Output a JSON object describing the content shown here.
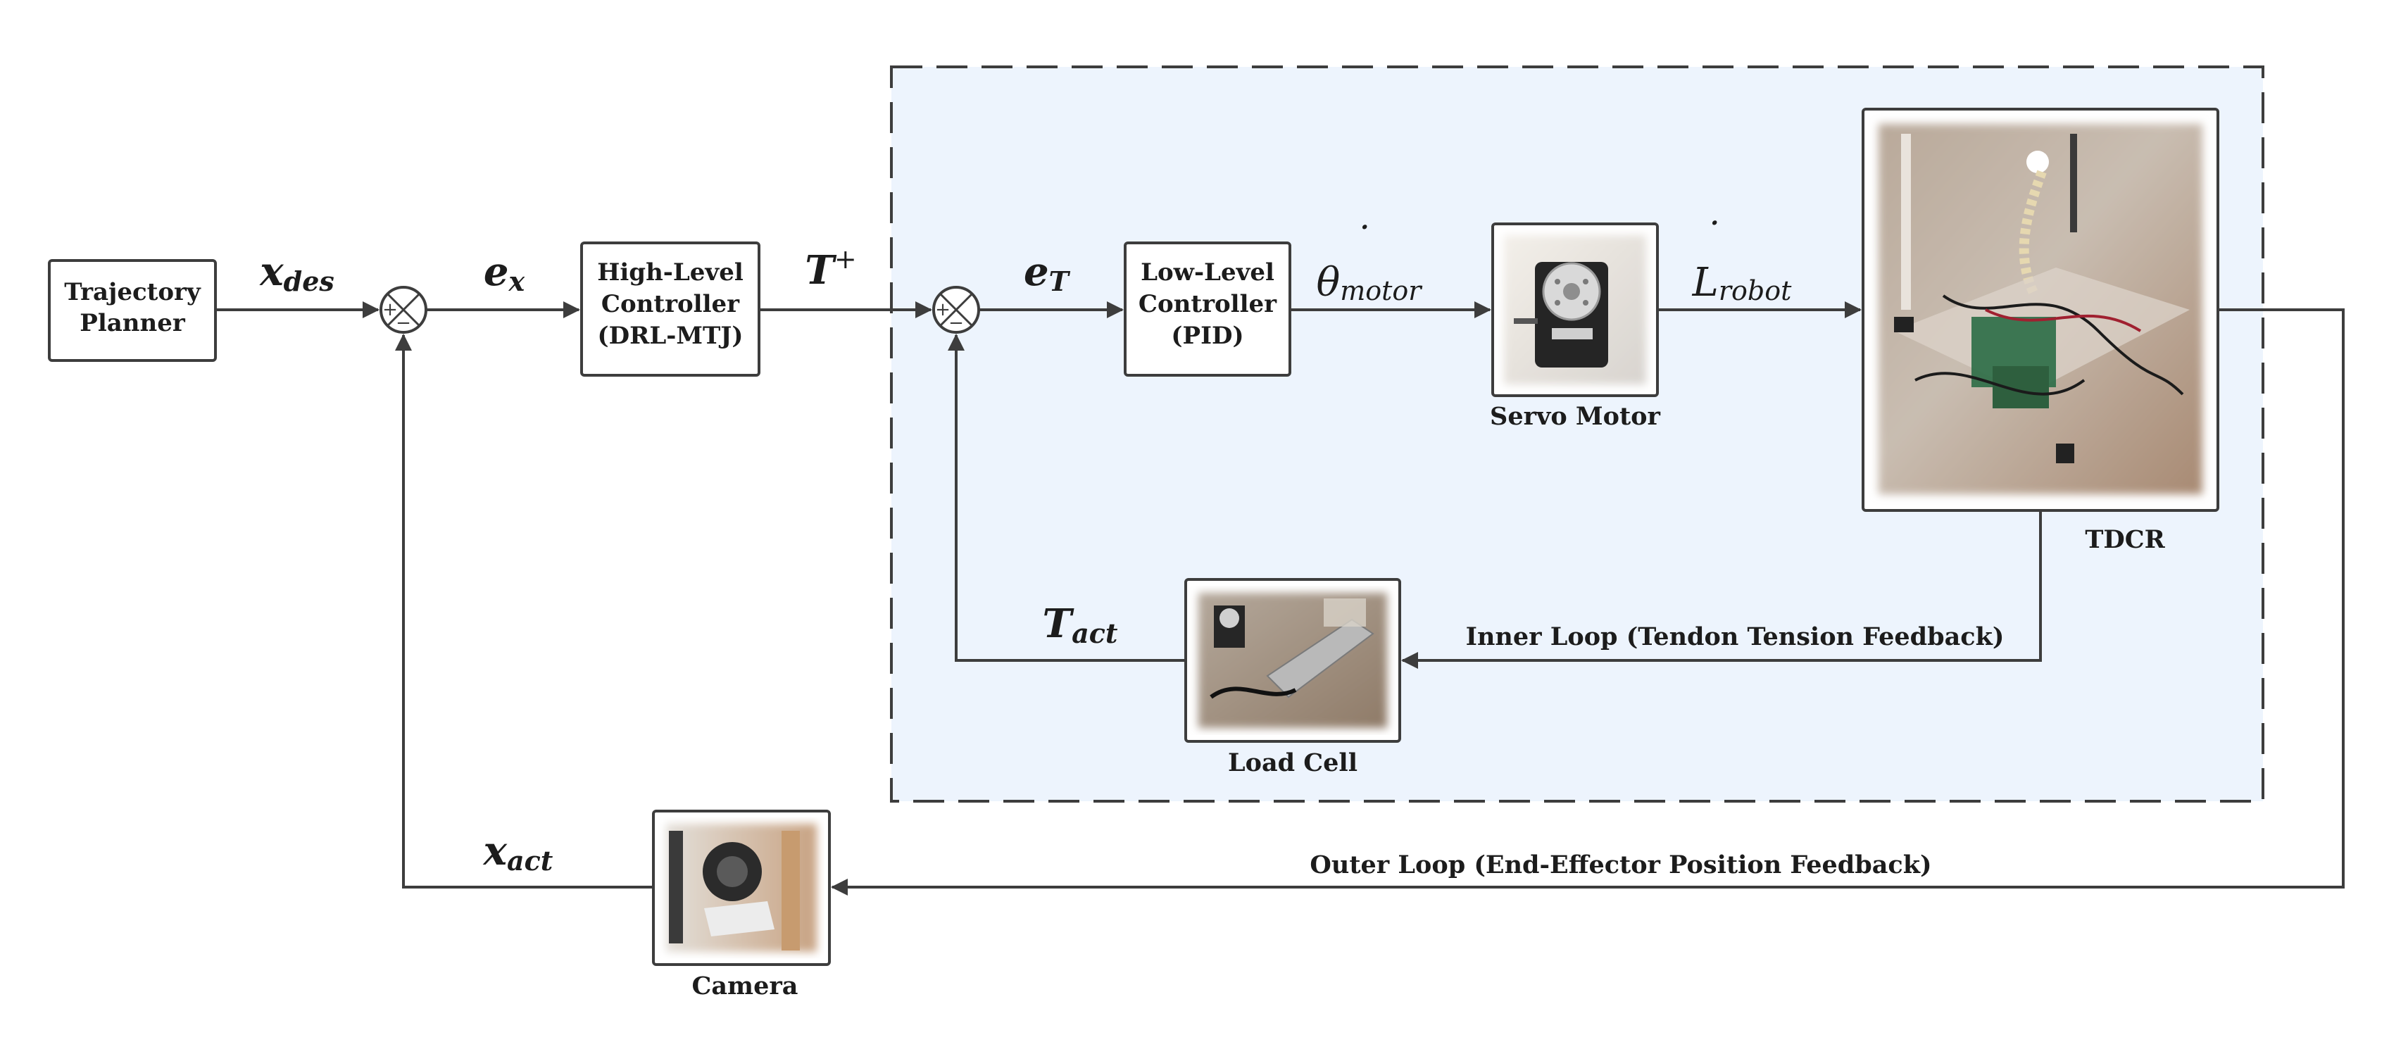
{
  "blocks": {
    "trajectory_planner": [
      "Trajectory",
      "Planner"
    ],
    "high_level_controller": [
      "High-Level",
      "Controller",
      "(DRL-MTJ)"
    ],
    "low_level_controller": [
      "Low-Level",
      "Controller",
      "(PID)"
    ]
  },
  "captions": {
    "servo_motor": "Servo Motor",
    "tdcr": "TDCR",
    "load_cell": "Load Cell",
    "camera": "Camera"
  },
  "signals": {
    "x_des": {
      "main": "x",
      "sub": "des"
    },
    "e_x": {
      "main": "e",
      "sub": "x"
    },
    "T_plus": {
      "main": "T",
      "sup": "+"
    },
    "e_T": {
      "main": "e",
      "sub": "T"
    },
    "theta_dot_motor": {
      "main": "θ",
      "dot": "˙",
      "sub": "motor"
    },
    "L_dot_robot": {
      "main": "L",
      "dot": "˙",
      "sub": "robot"
    },
    "T_act": {
      "main": "T",
      "sub": "act"
    },
    "x_act": {
      "main": "x",
      "sub": "act"
    }
  },
  "summing_junction_signs": {
    "plus": "+",
    "minus": "−"
  },
  "loops": {
    "inner": "Inner Loop (Tendon Tension Feedback)",
    "outer": "Outer Loop (End-Effector Position Feedback)"
  },
  "colors": {
    "inner_region_fill": "#edf4fd",
    "line": "#3d3d3d",
    "text": "#1c1c1c"
  }
}
